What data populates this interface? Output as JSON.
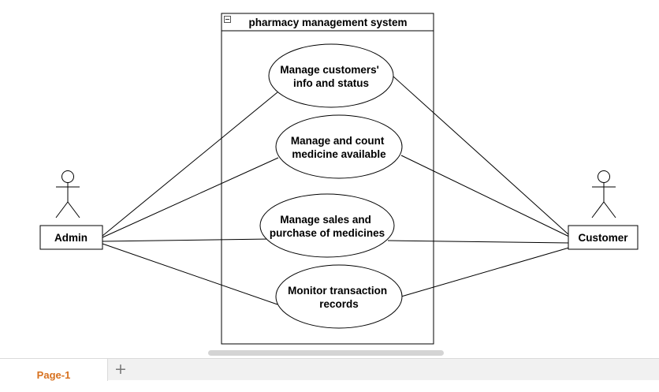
{
  "diagram": {
    "system_title": "pharmacy management system",
    "actors": {
      "admin": "Admin",
      "customer": "Customer"
    },
    "use_cases": {
      "uc1": [
        "Manage customers'",
        "info and status"
      ],
      "uc2": [
        "Manage and count",
        "medicine available"
      ],
      "uc3": [
        "Manage sales and",
        "purchase of medicines"
      ],
      "uc4": [
        "Monitor transaction",
        "records"
      ]
    }
  },
  "footer": {
    "page_tab": "Page-1",
    "add_page": "+"
  }
}
